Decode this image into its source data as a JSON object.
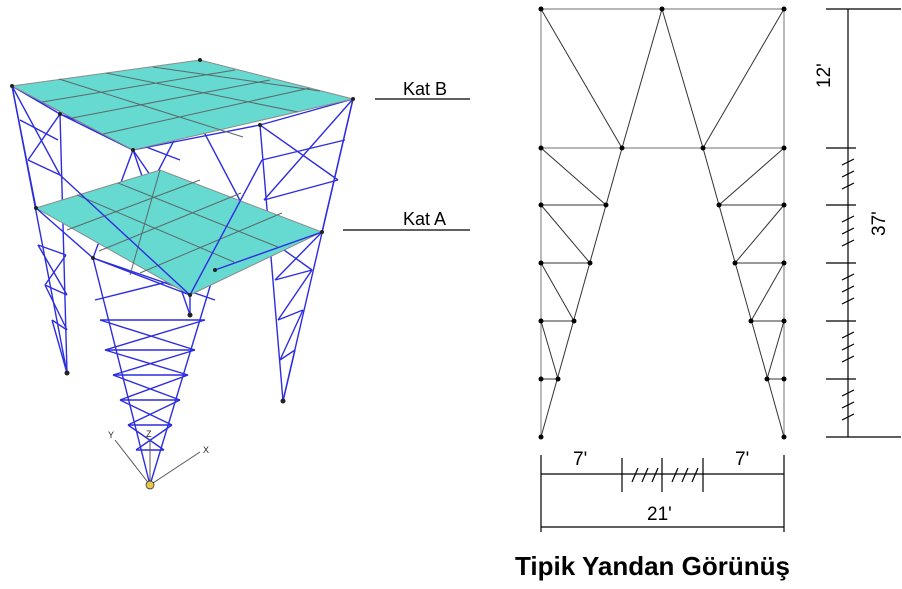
{
  "diagram": {
    "floor_labels": {
      "top": "Kat B",
      "middle": "Kat A"
    },
    "axis_labels": {
      "x": "X",
      "y": "Y",
      "z": "Z"
    },
    "dimensions": {
      "top_height": "12'",
      "total_height": "37'",
      "left_width": "7'",
      "right_width": "7'",
      "total_width": "21'"
    },
    "caption": "Tipik Yandan Görünüş",
    "colors": {
      "slab": "#66d9d0",
      "frame": "#2d2de0",
      "line": "#000000",
      "grid": "#8c8c8c"
    }
  }
}
